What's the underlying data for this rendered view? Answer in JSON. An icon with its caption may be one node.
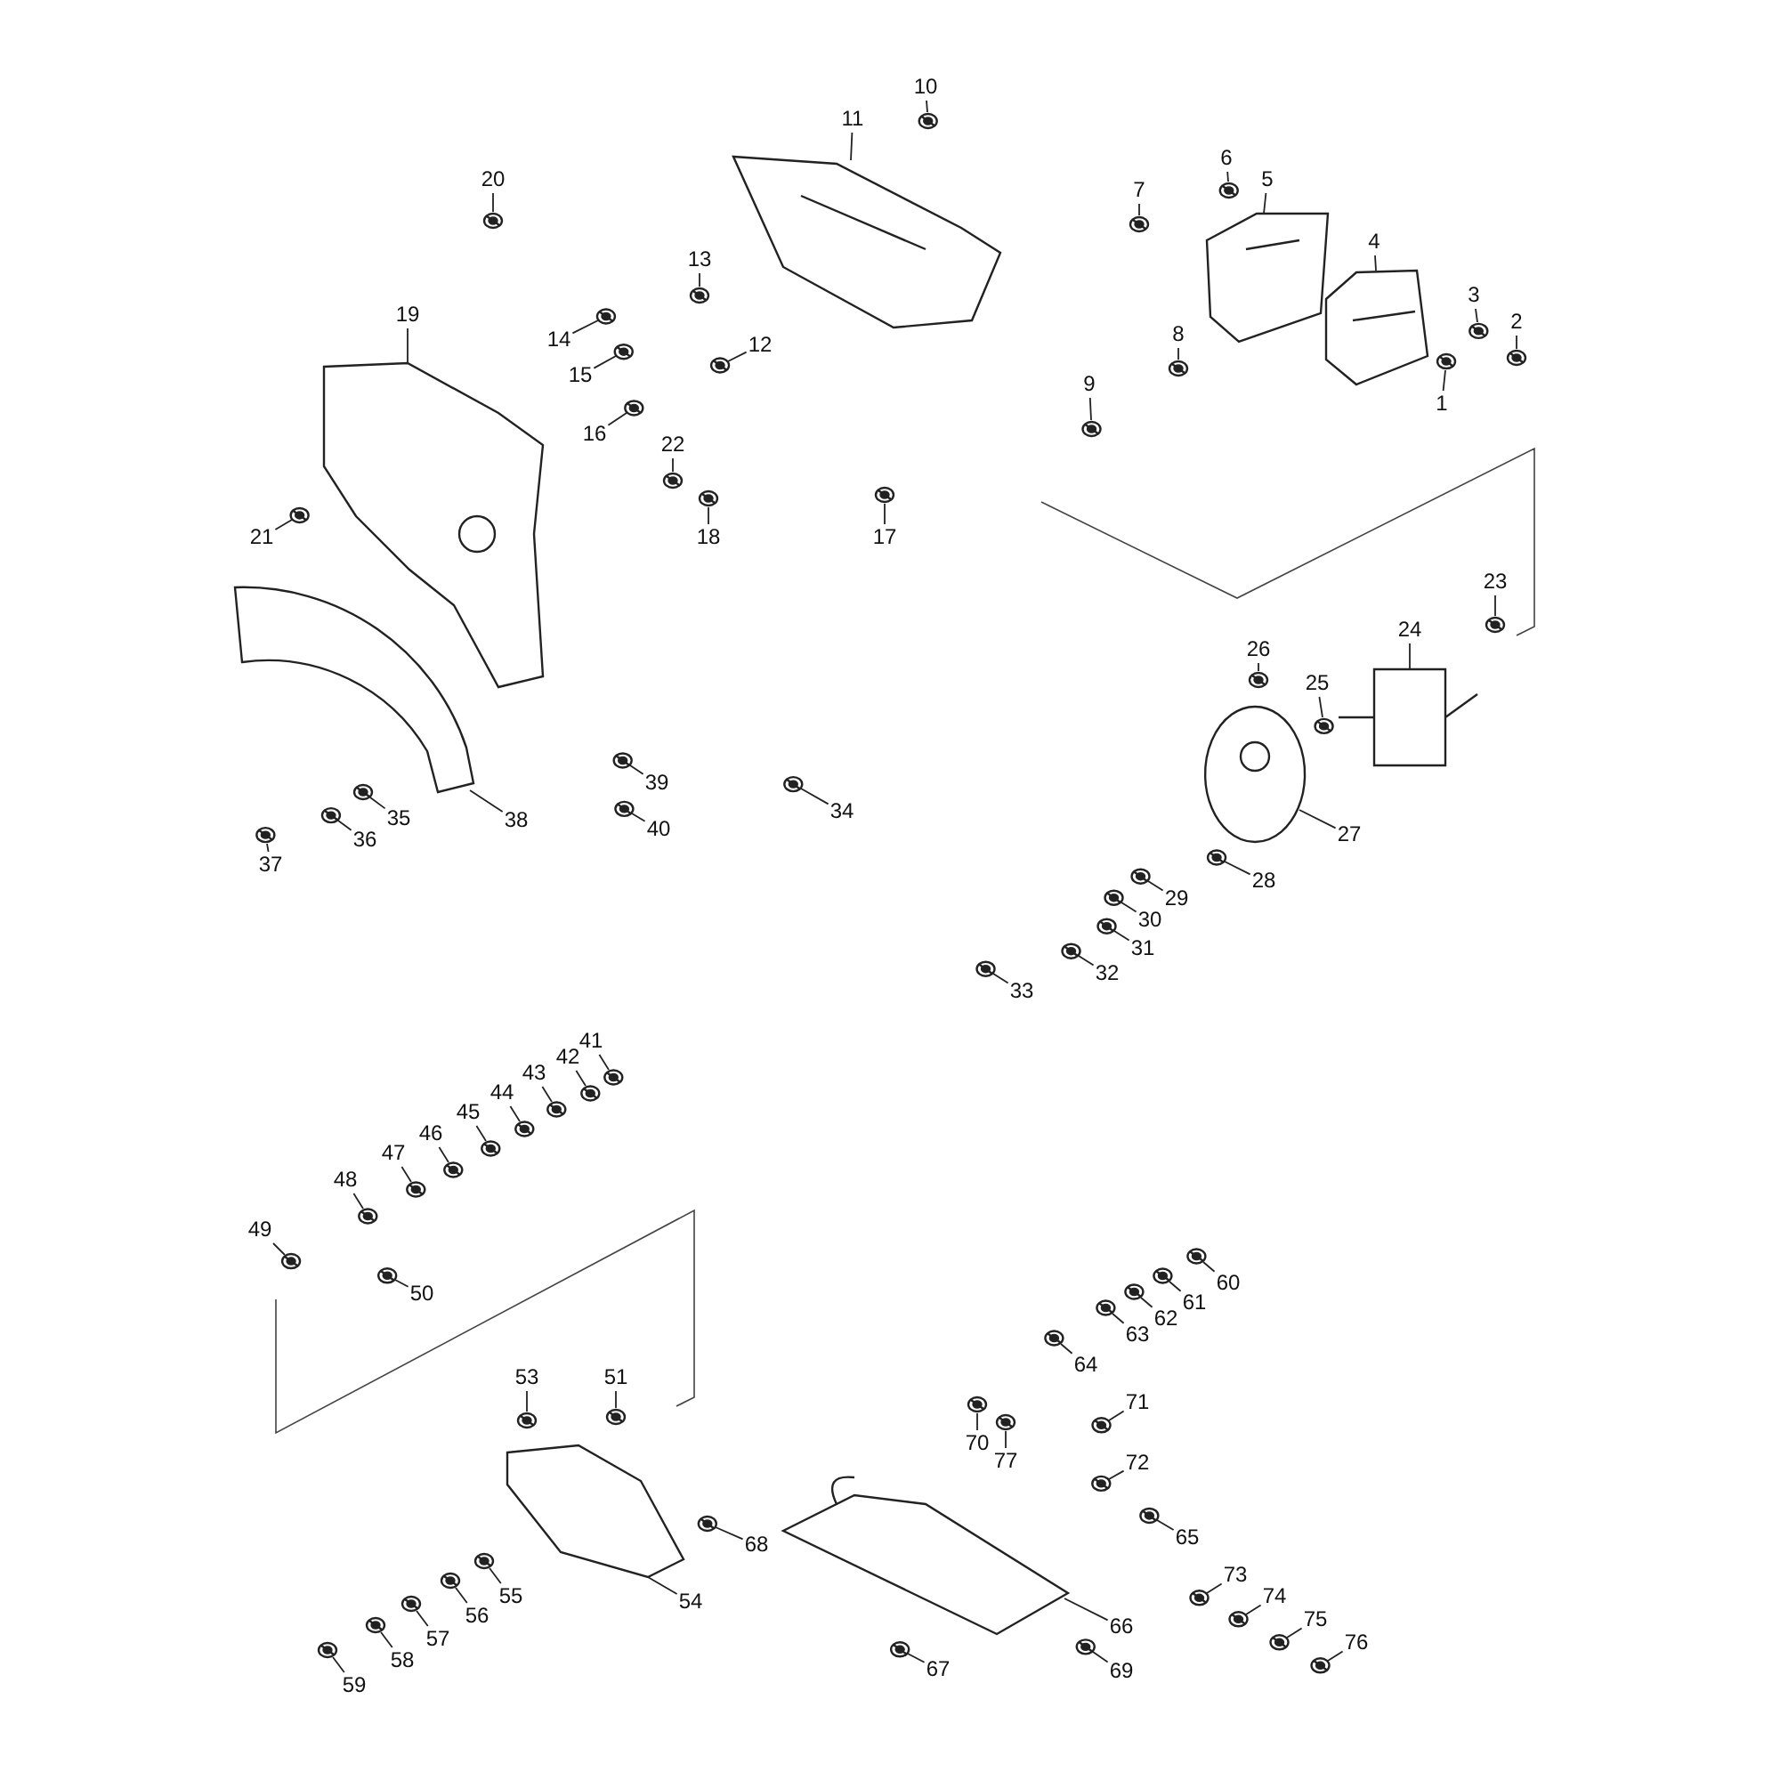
{
  "diagram": {
    "nodes": [
      {
        "text": [
          "1"
        ]
      },
      {
        "text": [
          "2"
        ]
      },
      {
        "text": [
          "3"
        ]
      },
      {
        "text": [
          "4"
        ]
      },
      {
        "text": [
          "5"
        ]
      },
      {
        "text": [
          "6"
        ]
      },
      {
        "text": [
          "7"
        ]
      },
      {
        "text": [
          "8"
        ]
      },
      {
        "text": [
          "9"
        ]
      },
      {
        "text": [
          "10"
        ]
      },
      {
        "text": [
          "11"
        ]
      },
      {
        "text": [
          "12"
        ]
      },
      {
        "text": [
          "13"
        ]
      },
      {
        "text": [
          "14"
        ]
      },
      {
        "text": [
          "15"
        ]
      },
      {
        "text": [
          "16"
        ]
      },
      {
        "text": [
          "17"
        ]
      },
      {
        "text": [
          "18"
        ]
      },
      {
        "text": [
          "19"
        ]
      },
      {
        "text": [
          "20"
        ]
      },
      {
        "text": [
          "21"
        ]
      },
      {
        "text": [
          "22"
        ]
      },
      {
        "text": [
          "23"
        ]
      },
      {
        "text": [
          "24"
        ]
      },
      {
        "text": [
          "25"
        ]
      },
      {
        "text": [
          "26"
        ]
      },
      {
        "text": [
          "27"
        ]
      },
      {
        "text": [
          "28"
        ]
      },
      {
        "text": [
          "29"
        ]
      },
      {
        "text": [
          "30"
        ]
      },
      {
        "text": [
          "31"
        ]
      },
      {
        "text": [
          "32"
        ]
      },
      {
        "text": [
          "33"
        ]
      },
      {
        "text": [
          "34"
        ]
      },
      {
        "text": [
          "35"
        ]
      },
      {
        "text": [
          "36"
        ]
      },
      {
        "text": [
          "37"
        ]
      },
      {
        "text": [
          "38"
        ]
      },
      {
        "text": [
          "39"
        ]
      },
      {
        "text": [
          "40"
        ]
      },
      {
        "text": [
          "41"
        ]
      },
      {
        "text": [
          "42"
        ]
      },
      {
        "text": [
          "43"
        ]
      },
      {
        "text": [
          "44"
        ]
      },
      {
        "text": [
          "45"
        ]
      },
      {
        "text": [
          "46"
        ]
      },
      {
        "text": [
          "47"
        ]
      },
      {
        "text": [
          "48"
        ]
      },
      {
        "text": [
          "49"
        ]
      },
      {
        "text": [
          "50"
        ]
      },
      {
        "text": [
          "51"
        ]
      },
      {
        "text": [
          "53"
        ]
      },
      {
        "text": [
          "54"
        ]
      },
      {
        "text": [
          "55"
        ]
      },
      {
        "text": [
          "56"
        ]
      },
      {
        "text": [
          "57"
        ]
      },
      {
        "text": [
          "58"
        ]
      },
      {
        "text": [
          "59"
        ]
      },
      {
        "text": [
          "60"
        ]
      },
      {
        "text": [
          "61"
        ]
      },
      {
        "text": [
          "62"
        ]
      },
      {
        "text": [
          "63"
        ]
      },
      {
        "text": [
          "64"
        ]
      },
      {
        "text": [
          "65"
        ]
      },
      {
        "text": [
          "66"
        ]
      },
      {
        "text": [
          "67"
        ]
      },
      {
        "text": [
          "68"
        ]
      },
      {
        "text": [
          "69"
        ]
      },
      {
        "text": [
          "70"
        ]
      },
      {
        "text": [
          "71"
        ]
      },
      {
        "text": [
          "72"
        ]
      },
      {
        "text": [
          "73"
        ]
      },
      {
        "text": [
          "74"
        ]
      },
      {
        "text": [
          "75"
        ]
      },
      {
        "text": [
          "76"
        ]
      },
      {
        "text": [
          "77"
        ]
      },
      {
        "text": [],
        "shape": "picture"
      },
      {
        "text": [],
        "shape": "picture"
      },
      {
        "text": [],
        "shape": "picture"
      },
      {
        "text": [],
        "shape": "picture"
      },
      {
        "text": [],
        "shape": "picture"
      },
      {
        "text": [],
        "shape": "picture"
      },
      {
        "text": [],
        "shape": "picture"
      },
      {
        "text": [],
        "shape": "picture"
      },
      {
        "text": [],
        "shape": "picture"
      },
      {
        "text": [],
        "shape": "picture"
      },
      {
        "text": [],
        "shape": "picture"
      },
      {
        "text": [],
        "shape": "picture"
      },
      {
        "text": [],
        "shape": "picture"
      },
      {
        "text": [],
        "shape": "picture"
      },
      {
        "text": [],
        "shape": "picture"
      },
      {
        "text": [],
        "shape": "picture"
      },
      {
        "text": [],
        "shape": "picture"
      },
      {
        "text": [],
        "shape": "picture"
      },
      {
        "text": [],
        "shape": "picture"
      },
      {
        "text": [],
        "shape": "picture"
      },
      {
        "text": [],
        "shape": "picture"
      },
      {
        "text": [],
        "shape": "picture"
      },
      {
        "text": [],
        "shape": "picture"
      },
      {
        "text": [],
        "shape": "picture"
      },
      {
        "text": [],
        "shape": "picture"
      },
      {
        "text": [],
        "shape": "picture"
      },
      {
        "text": [],
        "shape": "picture"
      },
      {
        "text": [],
        "shape": "picture"
      },
      {
        "text": [],
        "shape": "picture"
      },
      {
        "text": [],
        "shape": "picture"
      },
      {
        "text": [],
        "shape": "picture"
      },
      {
        "text": [],
        "shape": "picture"
      },
      {
        "text": [],
        "shape": "picture"
      },
      {
        "text": [],
        "shape": "picture"
      },
      {
        "text": [],
        "shape": "picture"
      },
      {
        "text": [],
        "shape": "picture"
      },
      {
        "text": [],
        "shape": "picture"
      },
      {
        "text": [],
        "shape": "picture"
      },
      {
        "text": [],
        "shape": "picture"
      },
      {
        "text": [],
        "shape": "picture"
      },
      {
        "text": [],
        "shape": "picture"
      },
      {
        "text": [],
        "shape": "picture"
      },
      {
        "text": [],
        "shape": "picture"
      },
      {
        "text": [],
        "shape": "picture"
      },
      {
        "text": [],
        "shape": "picture"
      },
      {
        "text": [],
        "shape": "picture"
      },
      {
        "text": [],
        "shape": "picture"
      },
      {
        "text": [],
        "shape": "picture"
      },
      {
        "text": [],
        "shape": "picture"
      },
      {
        "text": [],
        "shape": "picture"
      },
      {
        "text": [],
        "shape": "picture"
      },
      {
        "text": [],
        "shape": "picture"
      },
      {
        "text": [],
        "shape": "picture"
      },
      {
        "text": [],
        "shape": "picture"
      },
      {
        "text": [],
        "shape": "picture"
      },
      {
        "text": [],
        "shape": "picture"
      },
      {
        "text": [],
        "shape": "picture"
      },
      {
        "text": [],
        "shape": "picture"
      },
      {
        "text": [],
        "shape": "picture"
      },
      {
        "text": [],
        "shape": "picture"
      },
      {
        "text": [],
        "shape": "picture"
      },
      {
        "text": [],
        "shape": "picture"
      },
      {
        "text": [],
        "shape": "picture"
      },
      {
        "text": [],
        "shape": "picture"
      },
      {
        "text": [],
        "shape": "picture"
      },
      {
        "text": [],
        "shape": "picture"
      },
      {
        "text": [],
        "shape": "picture"
      },
      {
        "text": [],
        "shape": "picture"
      },
      {
        "text": [],
        "shape": "picture"
      },
      {
        "text": [],
        "shape": "picture"
      },
      {
        "text": [],
        "shape": "picture"
      },
      {
        "text": [],
        "shape": "picture"
      },
      {
        "text": [],
        "shape": "picture"
      },
      {
        "text": [],
        "shape": "picture"
      },
      {
        "text": [],
        "shape": "picture"
      },
      {
        "text": [],
        "shape": "picture"
      }
    ],
    "edges": [
      {
        "from": 0,
        "to": 76,
        "arrow": "none"
      },
      {
        "from": 1,
        "to": 77,
        "arrow": "none"
      },
      {
        "from": 2,
        "to": 78,
        "arrow": "none"
      },
      {
        "from": 3,
        "to": 79,
        "arrow": "none"
      },
      {
        "from": 4,
        "to": 80,
        "arrow": "none"
      },
      {
        "from": 5,
        "to": 81,
        "arrow": "none"
      },
      {
        "from": 6,
        "to": 82,
        "arrow": "none"
      },
      {
        "from": 7,
        "to": 83,
        "arrow": "none"
      },
      {
        "from": 8,
        "to": 84,
        "arrow": "none"
      },
      {
        "from": 9,
        "to": 85,
        "arrow": "none"
      },
      {
        "from": 10,
        "to": 86,
        "arrow": "none"
      },
      {
        "from": 11,
        "to": 87,
        "arrow": "none"
      },
      {
        "from": 12,
        "to": 88,
        "arrow": "none"
      },
      {
        "from": 13,
        "to": 89,
        "arrow": "none"
      },
      {
        "from": 14,
        "to": 90,
        "arrow": "none"
      },
      {
        "from": 15,
        "to": 91,
        "arrow": "none"
      },
      {
        "from": 16,
        "to": 92,
        "arrow": "none"
      },
      {
        "from": 17,
        "to": 93,
        "arrow": "none"
      },
      {
        "from": 18,
        "to": 94,
        "arrow": "none"
      },
      {
        "from": 19,
        "to": 95,
        "arrow": "none"
      },
      {
        "from": 20,
        "to": 96,
        "arrow": "none"
      },
      {
        "from": 21,
        "to": 97,
        "arrow": "none"
      },
      {
        "from": 22,
        "to": 98,
        "arrow": "none"
      },
      {
        "from": 23,
        "to": 99,
        "arrow": "none"
      },
      {
        "from": 24,
        "to": 100,
        "arrow": "none"
      },
      {
        "from": 25,
        "to": 101,
        "arrow": "none"
      },
      {
        "from": 26,
        "to": 102,
        "arrow": "none"
      },
      {
        "from": 27,
        "to": 103,
        "arrow": "none"
      },
      {
        "from": 28,
        "to": 104,
        "arrow": "none"
      },
      {
        "from": 29,
        "to": 105,
        "arrow": "none"
      },
      {
        "from": 30,
        "to": 106,
        "arrow": "none"
      },
      {
        "from": 31,
        "to": 107,
        "arrow": "none"
      },
      {
        "from": 32,
        "to": 108,
        "arrow": "none"
      },
      {
        "from": 33,
        "to": 109,
        "arrow": "none"
      },
      {
        "from": 34,
        "to": 110,
        "arrow": "none"
      },
      {
        "from": 35,
        "to": 111,
        "arrow": "none"
      },
      {
        "from": 36,
        "to": 112,
        "arrow": "none"
      },
      {
        "from": 37,
        "to": 113,
        "arrow": "none"
      },
      {
        "from": 38,
        "to": 114,
        "arrow": "none"
      },
      {
        "from": 39,
        "to": 115,
        "arrow": "none"
      },
      {
        "from": 40,
        "to": 116,
        "arrow": "none"
      },
      {
        "from": 41,
        "to": 117,
        "arrow": "none"
      },
      {
        "from": 42,
        "to": 118,
        "arrow": "none"
      },
      {
        "from": 43,
        "to": 119,
        "arrow": "none"
      },
      {
        "from": 44,
        "to": 120,
        "arrow": "none"
      },
      {
        "from": 45,
        "to": 121,
        "arrow": "none"
      },
      {
        "from": 46,
        "to": 122,
        "arrow": "none"
      },
      {
        "from": 47,
        "to": 123,
        "arrow": "none"
      },
      {
        "from": 48,
        "to": 124,
        "arrow": "none"
      },
      {
        "from": 49,
        "to": 125,
        "arrow": "none"
      },
      {
        "from": 50,
        "to": 126,
        "arrow": "none"
      },
      {
        "from": 51,
        "to": 127,
        "arrow": "none"
      },
      {
        "from": 52,
        "to": 128,
        "arrow": "none"
      },
      {
        "from": 53,
        "to": 129,
        "arrow": "none"
      },
      {
        "from": 54,
        "to": 130,
        "arrow": "none"
      },
      {
        "from": 55,
        "to": 131,
        "arrow": "none"
      },
      {
        "from": 56,
        "to": 132,
        "arrow": "none"
      },
      {
        "from": 57,
        "to": 133,
        "arrow": "none"
      },
      {
        "from": 58,
        "to": 134,
        "arrow": "none"
      },
      {
        "from": 59,
        "to": 135,
        "arrow": "none"
      },
      {
        "from": 60,
        "to": 136,
        "arrow": "none"
      },
      {
        "from": 61,
        "to": 137,
        "arrow": "none"
      },
      {
        "from": 62,
        "to": 138,
        "arrow": "none"
      },
      {
        "from": 63,
        "to": 139,
        "arrow": "none"
      },
      {
        "from": 64,
        "to": 140,
        "arrow": "none"
      },
      {
        "from": 65,
        "to": 141,
        "arrow": "none"
      },
      {
        "from": 66,
        "to": 142,
        "arrow": "none"
      },
      {
        "from": 67,
        "to": 143,
        "arrow": "none"
      },
      {
        "from": 68,
        "to": 144,
        "arrow": "none"
      },
      {
        "from": 69,
        "to": 145,
        "arrow": "none"
      },
      {
        "from": 70,
        "to": 146,
        "arrow": "none"
      },
      {
        "from": 71,
        "to": 147,
        "arrow": "none"
      },
      {
        "from": 72,
        "to": 148,
        "arrow": "none"
      },
      {
        "from": 73,
        "to": 149,
        "arrow": "none"
      },
      {
        "from": 74,
        "to": 150,
        "arrow": "none"
      },
      {
        "from": 75,
        "to": 151,
        "arrow": "none"
      }
    ]
  }
}
